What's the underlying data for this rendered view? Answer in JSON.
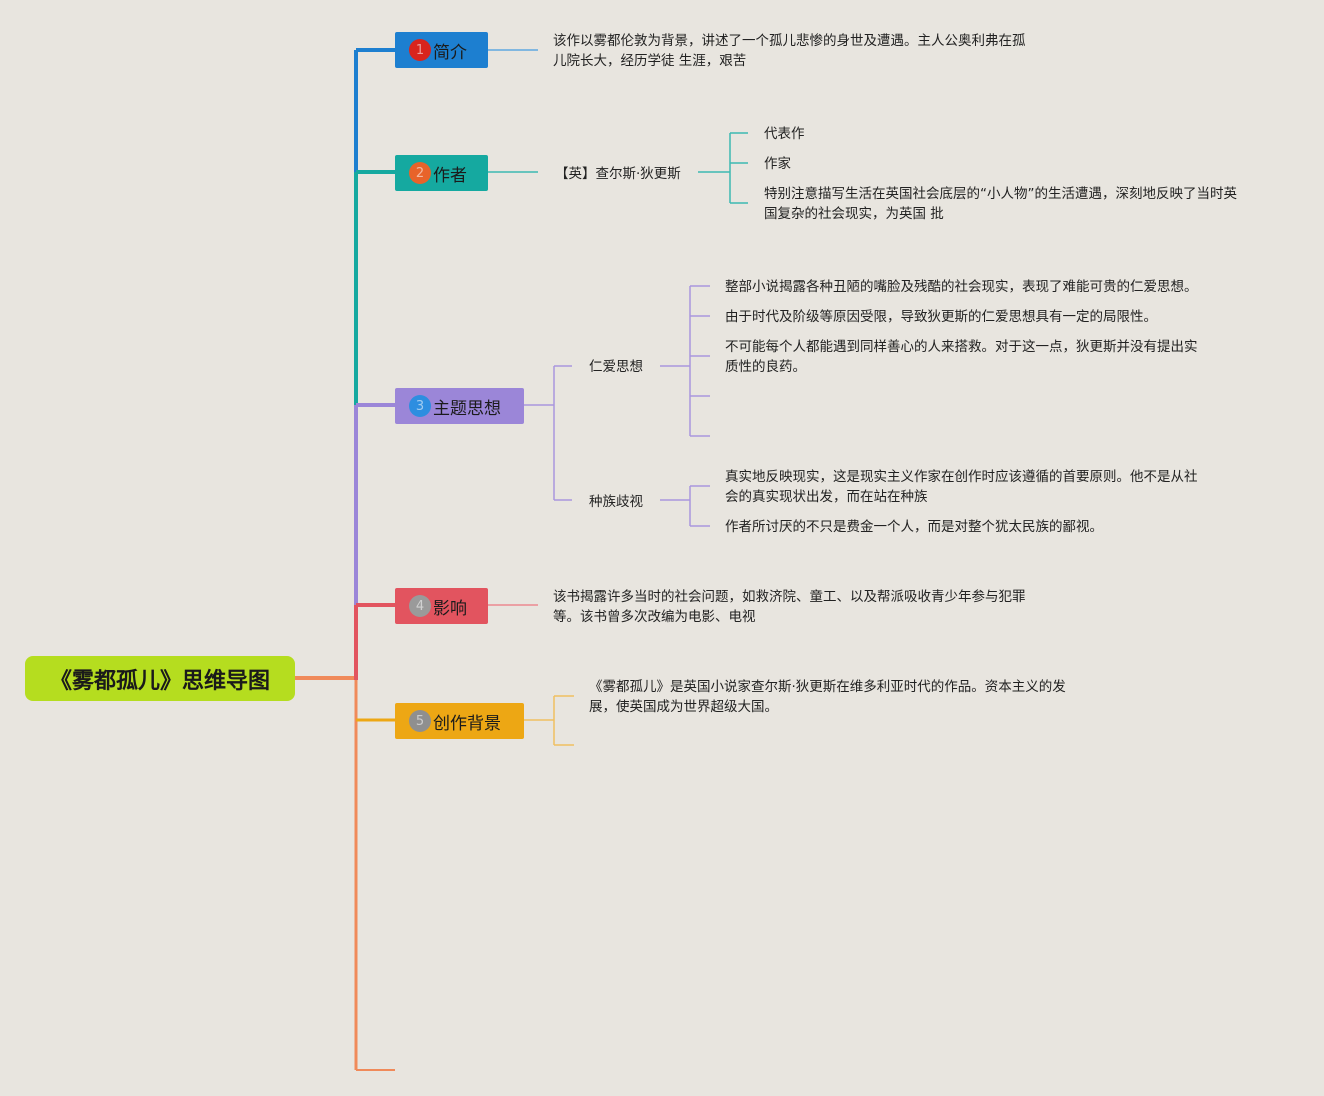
{
  "root": {
    "title": "《雾都孤儿》思维导图"
  },
  "topics": [
    {
      "num": "1",
      "label": "简介",
      "color": "#1d7fd0",
      "badge": "#d8241d"
    },
    {
      "num": "2",
      "label": "作者",
      "color": "#15a9a0",
      "badge": "#e8632a"
    },
    {
      "num": "3",
      "label": "主题思想",
      "color": "#9b86d8",
      "badge": "#2d8ee0"
    },
    {
      "num": "4",
      "label": "影响",
      "color": "#e2545f",
      "badge": "#9a9a9a"
    },
    {
      "num": "5",
      "label": "创作背景",
      "color": "#eda714",
      "badge": "#8f8f8f"
    }
  ],
  "intro": {
    "line1": "该作以雾都伦敦为背景，讲述了一个孤儿悲惨的身世及遭遇。主人公奥利弗在孤",
    "line2": "儿院长大，经历学徒 生涯，艰苦"
  },
  "author": {
    "name": "【英】查尔斯·狄更斯",
    "items": [
      "代表作",
      "作家"
    ],
    "note1": "特别注意描写生活在英国社会底层的“小人物”的生活遭遇，深刻地反映了当时英",
    "note2": "国复杂的社会现实，为英国 批"
  },
  "theme": {
    "love_label": "仁爱思想",
    "love_items": [
      "整部小说揭露各种丑陋的嘴脸及残酷的社会现实，表现了难能可贵的仁爱思想。",
      "由于时代及阶级等原因受限，导致狄更斯的仁爱思想具有一定的局限性。"
    ],
    "love_item3_line1": "不可能每个人都能遇到同样善心的人来搭救。对于这一点，狄更斯并没有提出实",
    "love_item3_line2": "质性的良药。",
    "race_label": "种族歧视",
    "race_item1_line1": "真实地反映现实，这是现实主义作家在创作时应该遵循的首要原则。他不是从社",
    "race_item1_line2": "会的真实现状出发，而在站在种族",
    "race_item2": "作者所讨厌的不只是费金一个人，而是对整个犹太民族的鄙视。"
  },
  "influence": {
    "line1": "该书揭露许多当时的社会问题，如救济院、童工、以及帮派吸收青少年参与犯罪",
    "line2": "等。该书曾多次改编为电影、电视"
  },
  "background": {
    "line1": "《雾都孤儿》是英国小说家查尔斯·狄更斯在维多利亚时代的作品。资本主义的发",
    "line2": "展，使英国成为世界超级大国。"
  }
}
